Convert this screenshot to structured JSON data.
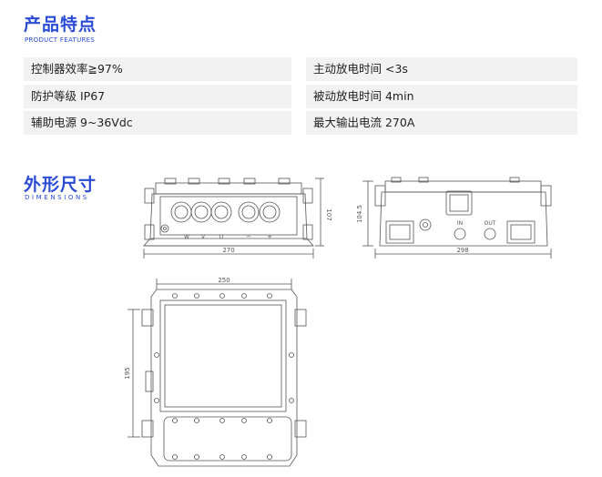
{
  "features": {
    "title": "产品特点",
    "subtitle": "PRODUCT FEATURES",
    "left": [
      "控制器效率≧97%",
      "防护等级 IP67",
      "辅助电源 9~36Vdc"
    ],
    "right": [
      "主动放电时间 <3s",
      "被动放电时间 4min",
      "最大输出电流 270A"
    ]
  },
  "dimensions": {
    "title": "外形尺寸",
    "subtitle": "DIMENSIONS",
    "front_width": "270",
    "front_height": "107",
    "side_width": "298",
    "side_height": "104.5",
    "top_width": "250",
    "top_height": "195",
    "port_labels": [
      "W",
      "V",
      "U",
      "−",
      "+"
    ],
    "side_labels": [
      "IN",
      "OUT"
    ]
  }
}
